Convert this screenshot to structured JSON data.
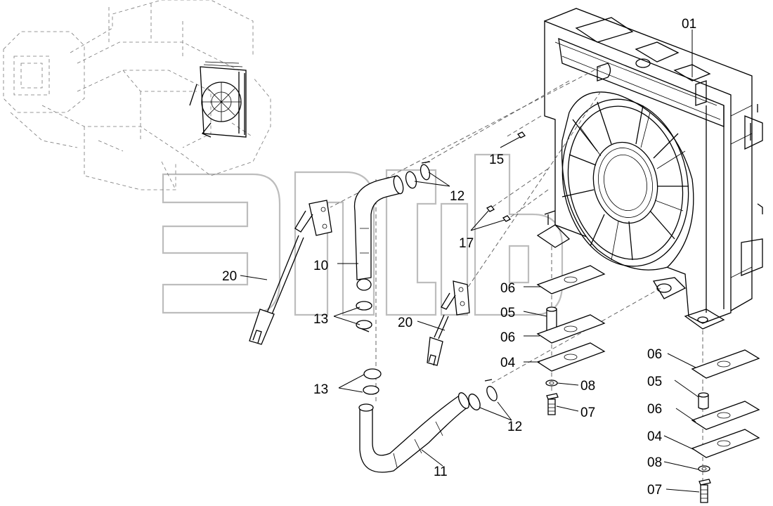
{
  "labels": {
    "radiator": "01",
    "bracket_plate": "04",
    "spacer_bush": "05",
    "cushion_plate": "06",
    "bolt": "07",
    "washer": "08",
    "upper_hose": "10",
    "lower_hose": "11",
    "hose_clamp": "12",
    "clamp": "13",
    "nut": "15",
    "nut_small": "17",
    "stay_rod": "20"
  },
  "watermark": "элсб"
}
